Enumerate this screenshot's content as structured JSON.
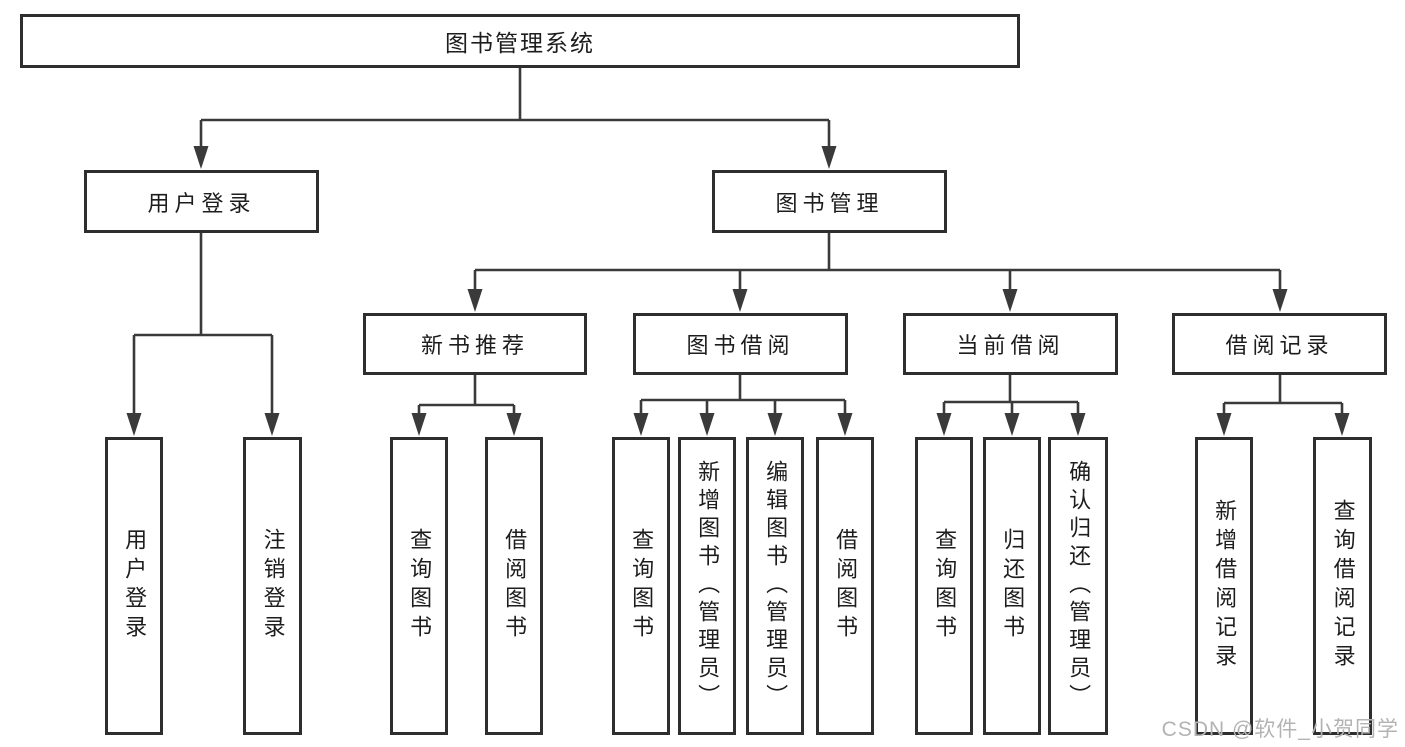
{
  "diagram": {
    "type": "hierarchy-tree",
    "line_color": "#3a3a3a",
    "border_color": "#2e2e2e",
    "background_color": "#ffffff",
    "text_color": "#1d1d1d",
    "watermark_color": "#b3b3b3"
  },
  "tree": {
    "label": "图书管理系统",
    "children": [
      {
        "label": "用户登录",
        "children": [
          {
            "label": "用户登录"
          },
          {
            "label": "注销登录"
          }
        ]
      },
      {
        "label": "图书管理",
        "children": [
          {
            "label": "新书推荐",
            "children": [
              {
                "label": "查询图书"
              },
              {
                "label": "借阅图书"
              }
            ]
          },
          {
            "label": "图书借阅",
            "children": [
              {
                "label": "查询图书"
              },
              {
                "label": "新增图书（管理员）"
              },
              {
                "label": "编辑图书（管理员）"
              },
              {
                "label": "借阅图书"
              }
            ]
          },
          {
            "label": "当前借阅",
            "children": [
              {
                "label": "查询图书"
              },
              {
                "label": "归还图书"
              },
              {
                "label": "确认归还（管理员）"
              }
            ]
          },
          {
            "label": "借阅记录",
            "children": [
              {
                "label": "新增借阅记录"
              },
              {
                "label": "查询借阅记录"
              }
            ]
          }
        ]
      }
    ]
  },
  "watermark": {
    "text": "CSDN @软件_小贺同学"
  }
}
